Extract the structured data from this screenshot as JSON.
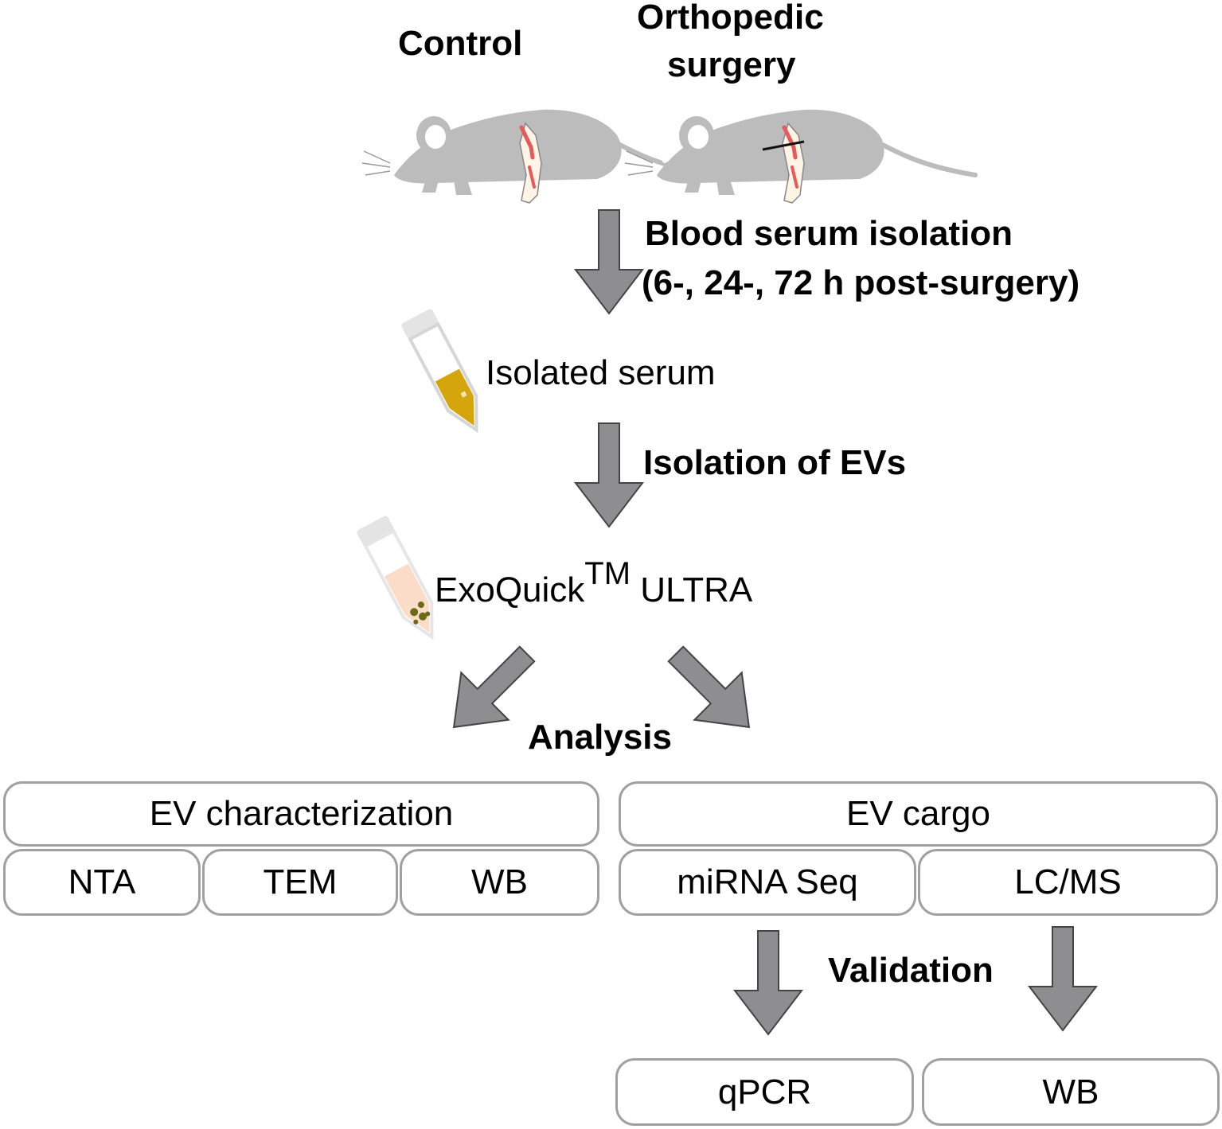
{
  "groups": {
    "control": "Control",
    "surgery_line1": "Orthopedic",
    "surgery_line2": "surgery"
  },
  "steps": {
    "serum_isolation_line1": "Blood serum isolation",
    "serum_isolation_line2": "(6-, 24-, 72 h post-surgery)",
    "isolated_serum": "Isolated serum",
    "isolation_evs": "Isolation of EVs",
    "exoquick_main": "ExoQuick",
    "exoquick_tm": "TM",
    "exoquick_suffix": "ULTRA",
    "analysis": "Analysis",
    "validation": "Validation"
  },
  "characterization": {
    "title": "EV characterization",
    "methods": [
      "NTA",
      "TEM",
      "WB"
    ]
  },
  "cargo": {
    "title": "EV cargo",
    "methods": [
      "miRNA Seq",
      "LC/MS"
    ]
  },
  "validation_methods": [
    "qPCR",
    "WB"
  ],
  "colors": {
    "arrow": "#8e8e90",
    "box_border": "#a0a0a0",
    "mouse": "#bcbcbc",
    "serum": "#d4a50c",
    "ev_liquid": "#fbdcc8",
    "ev_particles": "#6b6a18"
  }
}
